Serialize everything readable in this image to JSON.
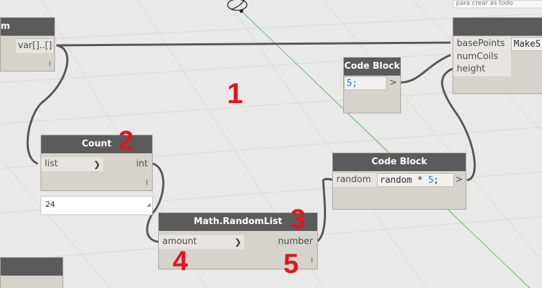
{
  "nodes": {
    "topleft": {
      "output": "var[]..[]",
      "footer": "l"
    },
    "count": {
      "title": "Count",
      "input": "list",
      "output": "int",
      "footer": "l",
      "value": "24"
    },
    "random_list": {
      "title": "Math.RandomList",
      "input": "amount",
      "output": "number",
      "footer": "l"
    },
    "code_block_1": {
      "title": "Code Block",
      "code": "5;",
      "output": ">"
    },
    "code_block_2": {
      "title": "Code Block",
      "input": "random",
      "code_text": "random * ",
      "code_num": "5",
      "code_end": ";",
      "output": ">"
    },
    "make_spiral": {
      "inputs": [
        "basePoints",
        "numCoils",
        "height"
      ],
      "partial_label": "MakeS"
    }
  },
  "tooltip": {
    "text": "para crear as todo"
  },
  "annotations": [
    "1",
    "2",
    "3",
    "4",
    "5"
  ],
  "colors": {
    "header": "#5b5b5b",
    "node_body": "#d6d3cd",
    "wire": "#555555",
    "annotation": "#e0161c",
    "grid_line": "#4caf50"
  }
}
